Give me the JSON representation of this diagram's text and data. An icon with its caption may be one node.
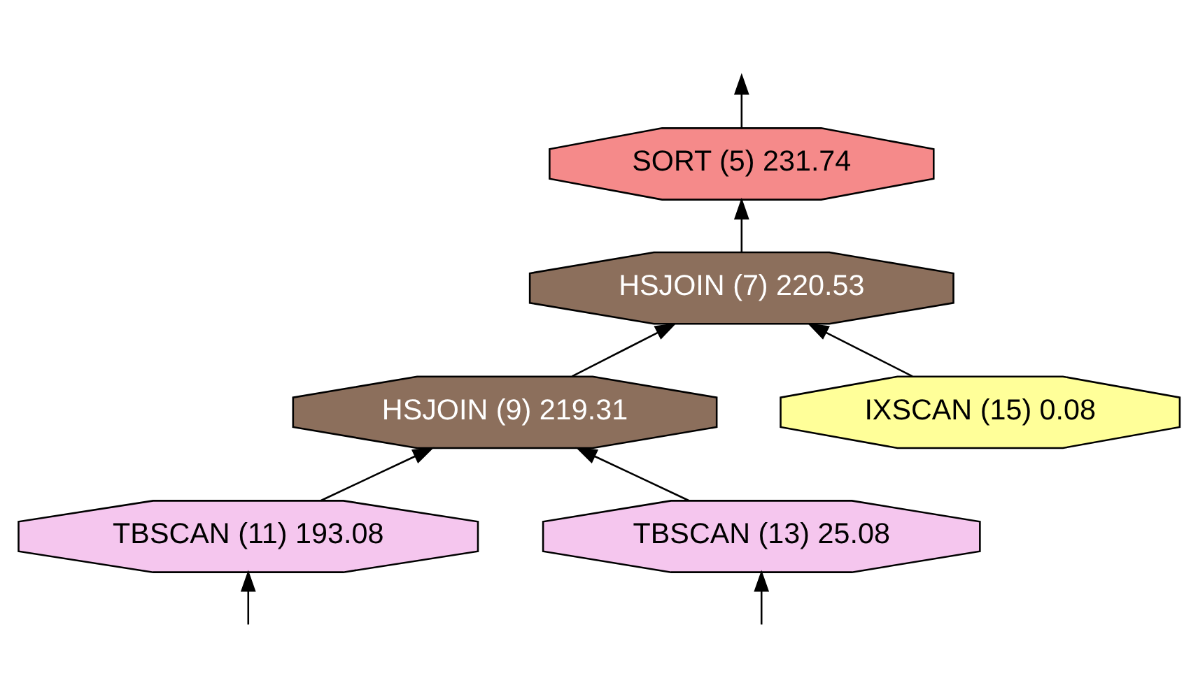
{
  "diagram": {
    "nodes": [
      {
        "text": [
          "SORT (5) 231.74"
        ]
      },
      {
        "text": [
          "HSJOIN (7) 220.53"
        ]
      },
      {
        "text": [
          "HSJOIN (9) 219.31"
        ]
      },
      {
        "text": [
          "IXSCAN (15) 0.08"
        ]
      },
      {
        "text": [
          "TBSCAN (11) 193.08"
        ]
      },
      {
        "text": [
          "TBSCAN (13) 25.08"
        ]
      }
    ],
    "edges": [
      {
        "from": 0,
        "to": null,
        "arrow": "to"
      },
      {
        "from": 1,
        "to": 0,
        "arrow": "to"
      },
      {
        "from": 2,
        "to": 1,
        "arrow": "to"
      },
      {
        "from": 3,
        "to": 1,
        "arrow": "to"
      },
      {
        "from": 4,
        "to": 2,
        "arrow": "to"
      },
      {
        "from": 5,
        "to": 2,
        "arrow": "to"
      },
      {
        "from": null,
        "to": 4,
        "arrow": "to"
      },
      {
        "from": null,
        "to": 5,
        "arrow": "to"
      }
    ]
  }
}
